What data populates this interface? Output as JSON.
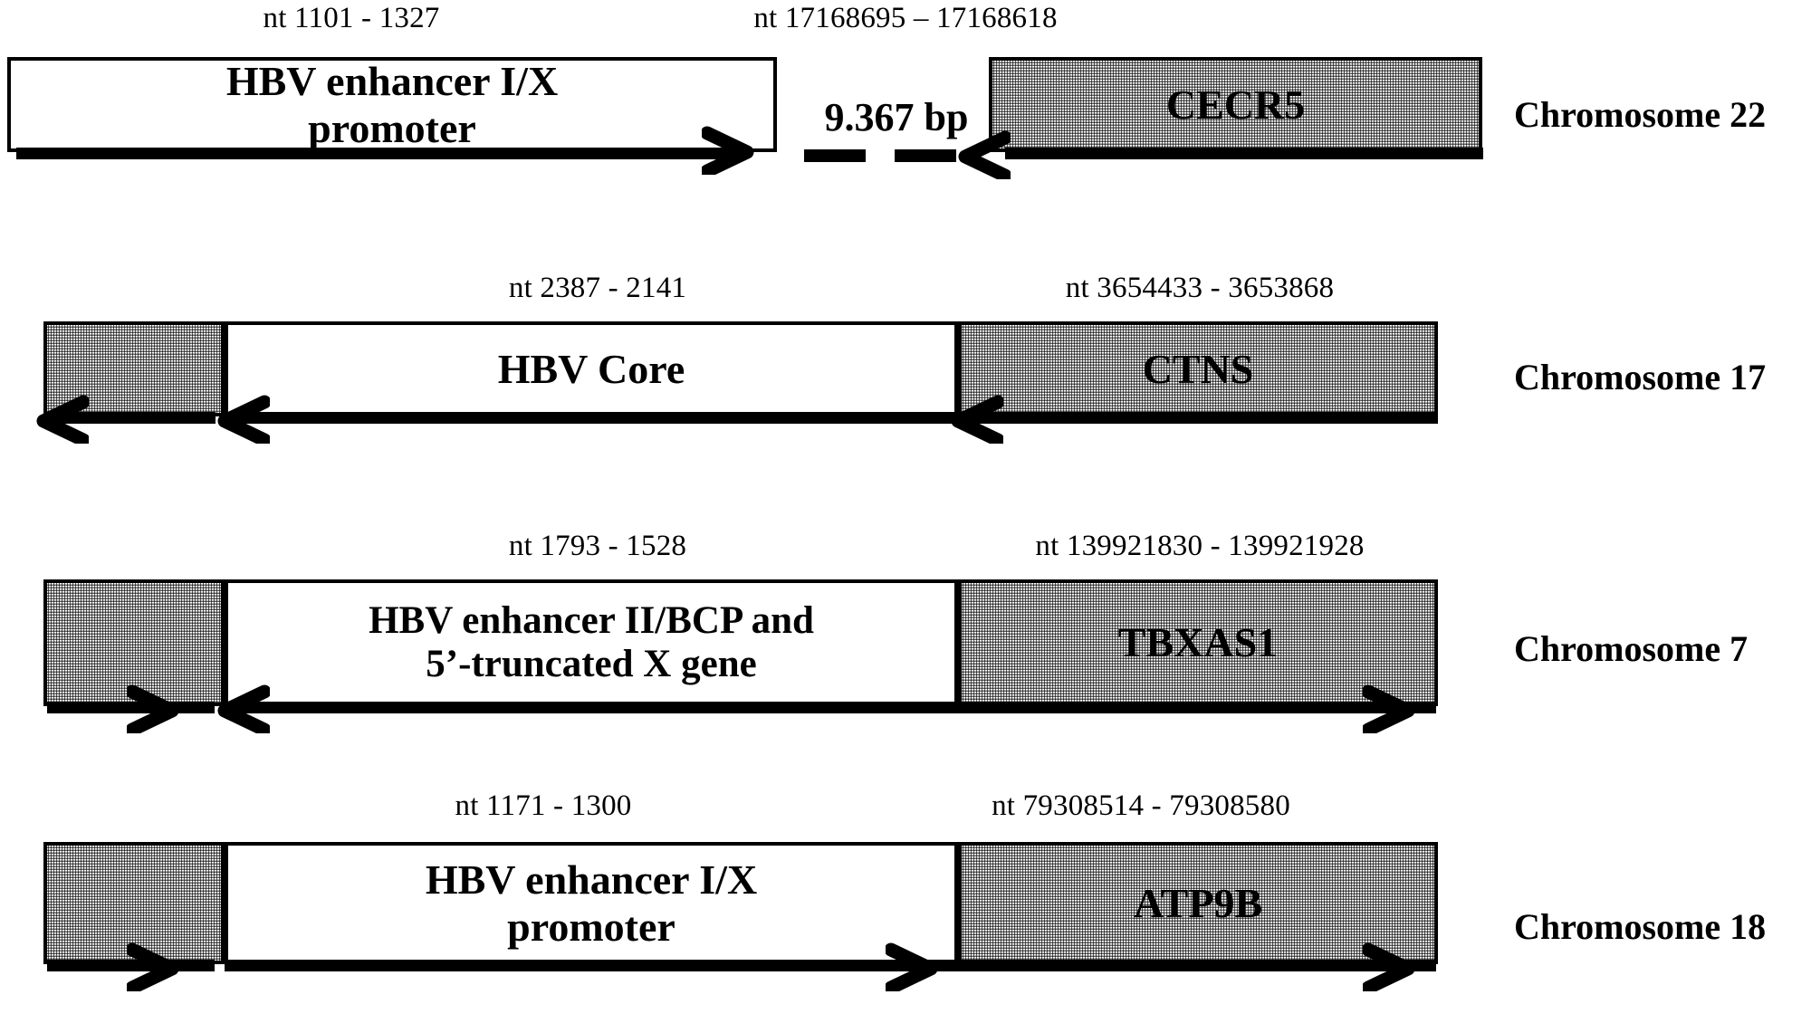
{
  "figure": {
    "type": "genomic-integration-diagram",
    "description": "HBV integration junction maps for four chromosomes"
  },
  "rows": [
    {
      "id": "chr22",
      "chromosome_label": "Chromosome 22",
      "hbv": {
        "nt_label": "nt 1101 - 1327",
        "name": "HBV enhancer I/X\npromoter",
        "fill": "white",
        "direction": "right"
      },
      "gap": {
        "text": "9.367 bp"
      },
      "host": {
        "nt_label": "nt 17168695 – 17168618",
        "name": "CECR5",
        "fill": "stipple",
        "direction": "left"
      },
      "flank": null
    },
    {
      "id": "chr17",
      "chromosome_label": "Chromosome 17",
      "hbv": {
        "nt_label": "nt 2387 - 2141",
        "name": "HBV  Core",
        "fill": "white",
        "direction": "left"
      },
      "gap": null,
      "host": {
        "nt_label": "nt 3654433 - 3653868",
        "name": "CTNS",
        "fill": "stipple",
        "direction": "left"
      },
      "flank": {
        "fill": "stipple",
        "direction": "left"
      }
    },
    {
      "id": "chr7",
      "chromosome_label": "Chromosome 7",
      "hbv": {
        "nt_label": "nt 1793 - 1528",
        "name": "HBV enhancer II/BCP and\n5’-truncated X gene",
        "fill": "white",
        "direction": "left"
      },
      "gap": null,
      "host": {
        "nt_label": "nt 139921830 - 139921928",
        "name": "TBXAS1",
        "fill": "stipple",
        "direction": "right"
      },
      "flank": {
        "fill": "stipple",
        "direction": "right"
      }
    },
    {
      "id": "chr18",
      "chromosome_label": "Chromosome 18",
      "hbv": {
        "nt_label": "nt 1171 - 1300",
        "name": "HBV enhancer I/X\npromoter",
        "fill": "white",
        "direction": "right"
      },
      "gap": null,
      "host": {
        "nt_label": "nt 79308514 - 79308580",
        "name": "ATP9B",
        "fill": "stipple",
        "direction": "right"
      },
      "flank": {
        "fill": "stipple",
        "direction": "right"
      }
    }
  ],
  "colors": {
    "ink": "#000000",
    "paper": "#ffffff"
  }
}
